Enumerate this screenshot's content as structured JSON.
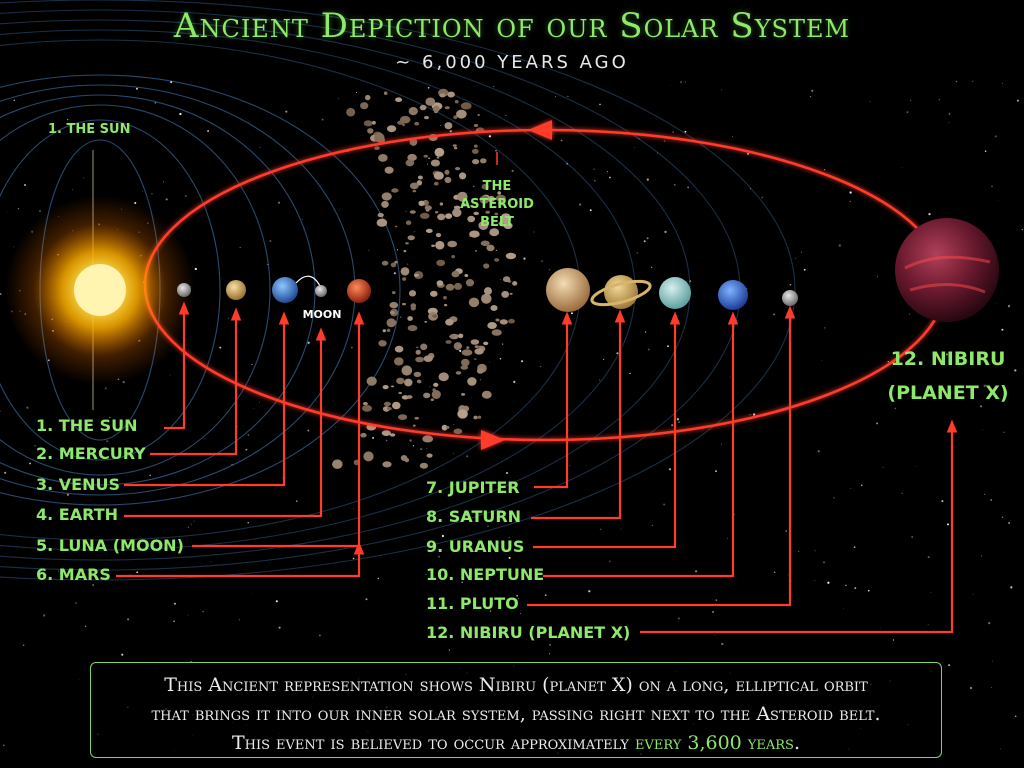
{
  "header": {
    "title": "Ancient Depiction of our Solar System",
    "subtitle": "~ 6,000 YEARS AGO"
  },
  "sun_label": "1. THE SUN",
  "asteroid_belt_label": [
    "THE",
    "ASTEROID",
    "BELT"
  ],
  "moon_label": "MOON",
  "nibiru_label": [
    "12. NIBIRU",
    "(PLANET X)"
  ],
  "legend_left": [
    "1. THE SUN",
    "2. MERCURY",
    "3. VENUS",
    "4. EARTH",
    "5. LUNA (MOON)",
    "6. MARS"
  ],
  "legend_right": [
    "7. JUPITER",
    "8. SATURN",
    "9. URANUS",
    "10. NEPTUNE",
    "11. PLUTO",
    "12. NIBIRU (PLANET X)"
  ],
  "infobox": {
    "line1": "This Ancient representation shows Nibiru (planet X) on a long, elliptical orbit",
    "line2": "that brings it into our inner solar system, passing right next to the Asteroid belt.",
    "line3_pre": "This event is believed to occur approximately ",
    "line3_highlight": "every 3,600 years",
    "line3_post": "."
  },
  "colors": {
    "label_green": "#8ee86a",
    "arrow_red": "#ff3b2b",
    "orbit_blue": "#4a86c8",
    "background": "#000000"
  }
}
